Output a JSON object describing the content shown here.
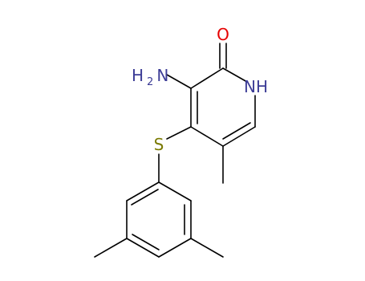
{
  "molecule": {
    "atoms": {
      "amino": {
        "main": "H",
        "sub": "2",
        "tail": "N"
      },
      "oxygen": {
        "text": "O"
      },
      "ring_nh": {
        "text": "NH"
      },
      "sulfur": {
        "text": "S"
      }
    },
    "colors": {
      "bond": "#000000",
      "nitrogen": "#3c3c96",
      "oxygen": "#e60000",
      "sulfur": "#7a7a00"
    }
  }
}
